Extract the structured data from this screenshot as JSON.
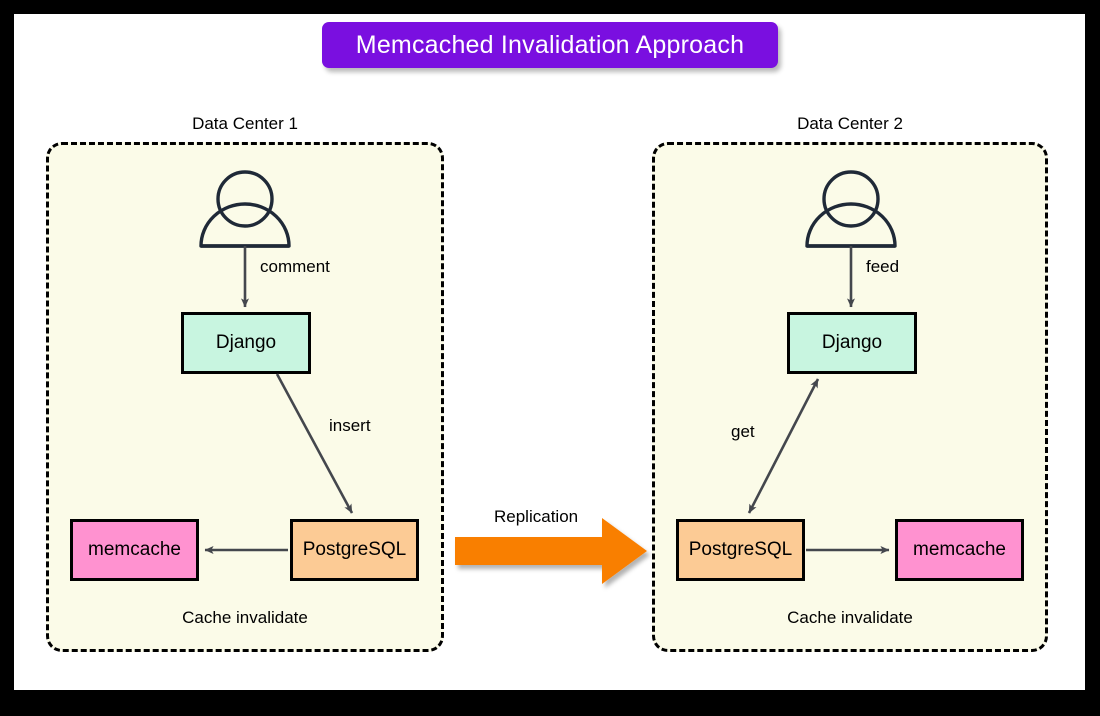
{
  "title": {
    "text": "Memcached Invalidation Approach",
    "banner_color": "#7a0fe0",
    "text_color": "#ffffff"
  },
  "canvas": {
    "frame_color": "#000000",
    "background": "#ffffff"
  },
  "data_centers": [
    {
      "label": "Data Center 1",
      "panel_background": "#fbfbe8",
      "panel_border": "#000000",
      "caption": "Cache invalidate",
      "actor_icon": "person-icon",
      "nodes": [
        {
          "name": "django",
          "label": "Django",
          "color": "#c8f5e0"
        },
        {
          "name": "postgres",
          "label": "PostgreSQL",
          "color": "#fccb95"
        },
        {
          "name": "memcache",
          "label": "memcache",
          "color": "#ff92d0"
        }
      ],
      "edges": [
        {
          "from": "person",
          "to": "django",
          "label": "comment",
          "direction": "forward"
        },
        {
          "from": "django",
          "to": "postgres",
          "label": "insert",
          "direction": "forward"
        },
        {
          "from": "postgres",
          "to": "memcache",
          "label": "",
          "direction": "forward"
        }
      ]
    },
    {
      "label": "Data Center 2",
      "panel_background": "#fbfbe8",
      "panel_border": "#000000",
      "caption": "Cache invalidate",
      "actor_icon": "person-icon",
      "nodes": [
        {
          "name": "django",
          "label": "Django",
          "color": "#c8f5e0"
        },
        {
          "name": "postgres",
          "label": "PostgreSQL",
          "color": "#fccb95"
        },
        {
          "name": "memcache",
          "label": "memcache",
          "color": "#ff92d0"
        }
      ],
      "edges": [
        {
          "from": "person",
          "to": "django",
          "label": "feed",
          "direction": "forward"
        },
        {
          "from": "postgres",
          "to": "django",
          "label": "get",
          "direction": "both"
        },
        {
          "from": "postgres",
          "to": "memcache",
          "label": "",
          "direction": "forward"
        }
      ]
    }
  ],
  "replication": {
    "label": "Replication",
    "arrow_color": "#f97f05",
    "direction": "left-to-right"
  },
  "stroke_color": "#44474d",
  "icon_color": "#1f2937"
}
